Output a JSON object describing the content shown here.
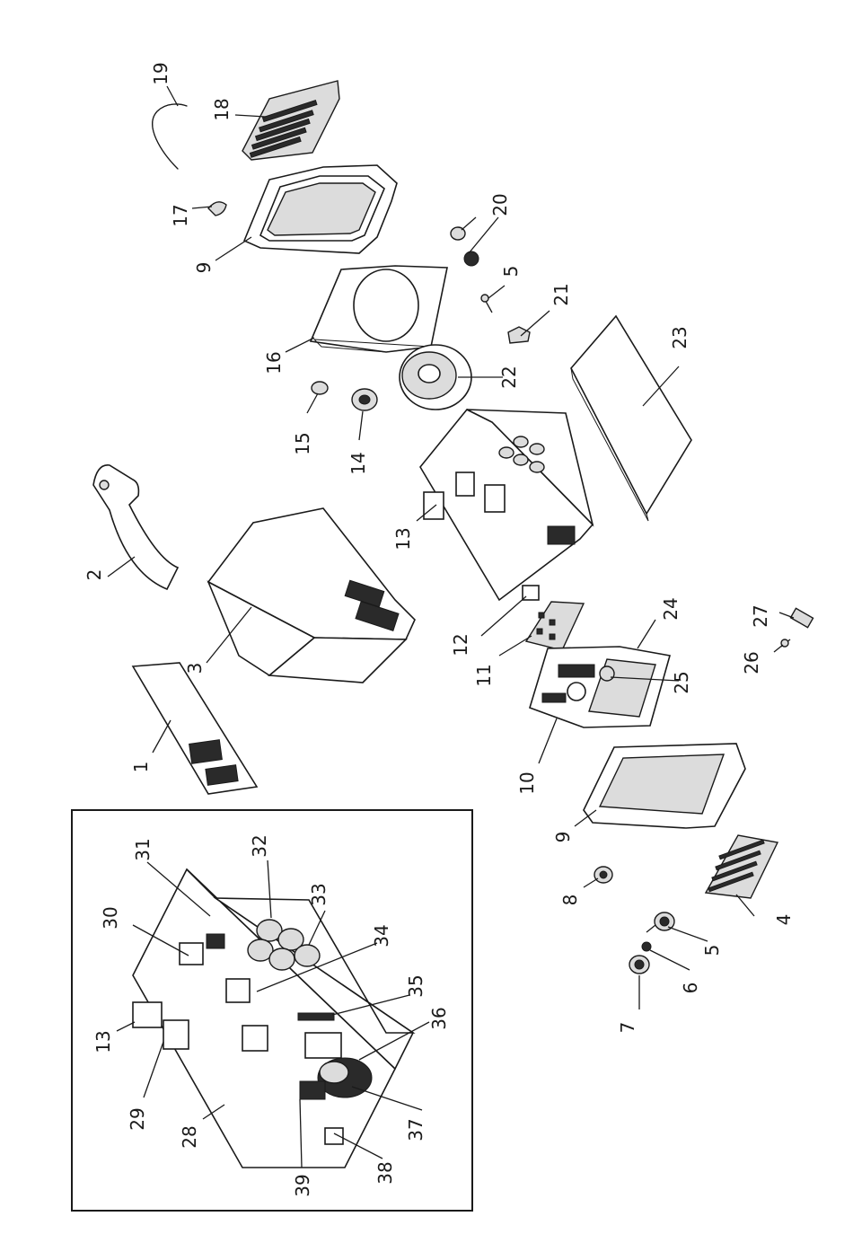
{
  "callouts": [
    {
      "id": "c1",
      "text": "1"
    },
    {
      "id": "c2",
      "text": "2"
    },
    {
      "id": "c3",
      "text": "3"
    },
    {
      "id": "c4",
      "text": "4"
    },
    {
      "id": "c5a",
      "text": "5"
    },
    {
      "id": "c5b",
      "text": "5"
    },
    {
      "id": "c6",
      "text": "6"
    },
    {
      "id": "c7",
      "text": "7"
    },
    {
      "id": "c8",
      "text": "8"
    },
    {
      "id": "c9a",
      "text": "9"
    },
    {
      "id": "c9b",
      "text": "9"
    },
    {
      "id": "c10",
      "text": "10"
    },
    {
      "id": "c11",
      "text": "11"
    },
    {
      "id": "c12",
      "text": "12"
    },
    {
      "id": "c13a",
      "text": "13"
    },
    {
      "id": "c13b",
      "text": "13"
    },
    {
      "id": "c14",
      "text": "14"
    },
    {
      "id": "c15",
      "text": "15"
    },
    {
      "id": "c16",
      "text": "16"
    },
    {
      "id": "c17",
      "text": "17"
    },
    {
      "id": "c18",
      "text": "18"
    },
    {
      "id": "c19",
      "text": "19"
    },
    {
      "id": "c20",
      "text": "20"
    },
    {
      "id": "c21",
      "text": "21"
    },
    {
      "id": "c22",
      "text": "22"
    },
    {
      "id": "c23",
      "text": "23"
    },
    {
      "id": "c24",
      "text": "24"
    },
    {
      "id": "c25",
      "text": "25"
    },
    {
      "id": "c26",
      "text": "26"
    },
    {
      "id": "c27",
      "text": "27"
    },
    {
      "id": "c28",
      "text": "28"
    },
    {
      "id": "c29",
      "text": "29"
    },
    {
      "id": "c30",
      "text": "30"
    },
    {
      "id": "c31",
      "text": "31"
    },
    {
      "id": "c32",
      "text": "32"
    },
    {
      "id": "c33",
      "text": "33"
    },
    {
      "id": "c34",
      "text": "34"
    },
    {
      "id": "c35",
      "text": "35"
    },
    {
      "id": "c36",
      "text": "36"
    },
    {
      "id": "c37",
      "text": "37"
    },
    {
      "id": "c38",
      "text": "38"
    },
    {
      "id": "c39",
      "text": "39"
    }
  ]
}
